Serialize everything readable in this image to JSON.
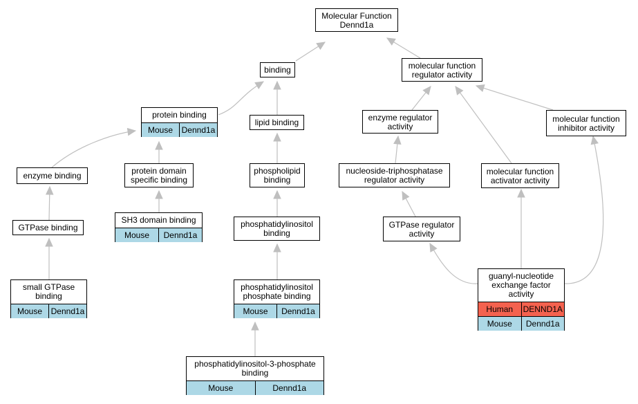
{
  "diagram": {
    "colors": {
      "edge": "#bfbfbf",
      "arrow_head": "#bfbfbf",
      "mouse_row": "#add8e6",
      "human_row": "#f4624f",
      "node_fill": "#ffffff",
      "border": "#000000"
    },
    "nodes": [
      {
        "id": "mf_root",
        "label": "Molecular Function\nDennd1a"
      },
      {
        "id": "binding",
        "label": "binding"
      },
      {
        "id": "mfra",
        "label": "molecular function\nregulator activity"
      },
      {
        "id": "protein_binding",
        "label": "protein binding",
        "rows": [
          [
            "Mouse",
            "Dennd1a"
          ]
        ]
      },
      {
        "id": "lipid_binding",
        "label": "lipid binding"
      },
      {
        "id": "enzyme_regulator",
        "label": "enzyme regulator\nactivity"
      },
      {
        "id": "mfia",
        "label": "molecular function\ninhibitor activity"
      },
      {
        "id": "enzyme_binding",
        "label": "enzyme binding"
      },
      {
        "id": "protein_domain",
        "label": "protein domain\nspecific binding"
      },
      {
        "id": "phospholipid",
        "label": "phospholipid\nbinding"
      },
      {
        "id": "ntpase_reg",
        "label": "nucleoside-triphosphatase\nregulator activity"
      },
      {
        "id": "mfaa",
        "label": "molecular function\nactivator activity"
      },
      {
        "id": "gtpase_binding",
        "label": "GTPase binding"
      },
      {
        "id": "sh3",
        "label": "SH3 domain binding",
        "rows": [
          [
            "Mouse",
            "Dennd1a"
          ]
        ]
      },
      {
        "id": "pi_binding",
        "label": "phosphatidylinositol\nbinding"
      },
      {
        "id": "gtpase_reg",
        "label": "GTPase regulator\nactivity"
      },
      {
        "id": "small_gtpase",
        "label": "small GTPase\nbinding",
        "rows": [
          [
            "Mouse",
            "Dennd1a"
          ]
        ]
      },
      {
        "id": "pip_binding",
        "label": "phosphatidylinositol\nphosphate binding",
        "rows": [
          [
            "Mouse",
            "Dennd1a"
          ]
        ]
      },
      {
        "id": "gef",
        "label": "guanyl-nucleotide\nexchange factor\nactivity",
        "rows": [
          [
            "Human",
            "DENND1A"
          ],
          [
            "Mouse",
            "Dennd1a"
          ]
        ]
      },
      {
        "id": "pi3p",
        "label": "phosphatidylinositol-3-phosphate\nbinding",
        "rows": [
          [
            "Mouse",
            "Dennd1a"
          ]
        ]
      }
    ],
    "edges": [
      [
        "binding",
        "mf_root"
      ],
      [
        "mfra",
        "mf_root"
      ],
      [
        "protein_binding",
        "binding"
      ],
      [
        "lipid_binding",
        "binding"
      ],
      [
        "enzyme_regulator",
        "mfra"
      ],
      [
        "mfaa",
        "mfra"
      ],
      [
        "mfia",
        "mfra"
      ],
      [
        "enzyme_binding",
        "protein_binding"
      ],
      [
        "protein_domain",
        "protein_binding"
      ],
      [
        "phospholipid",
        "lipid_binding"
      ],
      [
        "ntpase_reg",
        "enzyme_regulator"
      ],
      [
        "gtpase_binding",
        "enzyme_binding"
      ],
      [
        "sh3",
        "protein_domain"
      ],
      [
        "pi_binding",
        "phospholipid"
      ],
      [
        "gtpase_reg",
        "ntpase_reg"
      ],
      [
        "small_gtpase",
        "gtpase_binding"
      ],
      [
        "pip_binding",
        "pi_binding"
      ],
      [
        "gef",
        "gtpase_reg"
      ],
      [
        "gef",
        "mfaa"
      ],
      [
        "gef",
        "mfia"
      ],
      [
        "pi3p",
        "pip_binding"
      ]
    ]
  }
}
